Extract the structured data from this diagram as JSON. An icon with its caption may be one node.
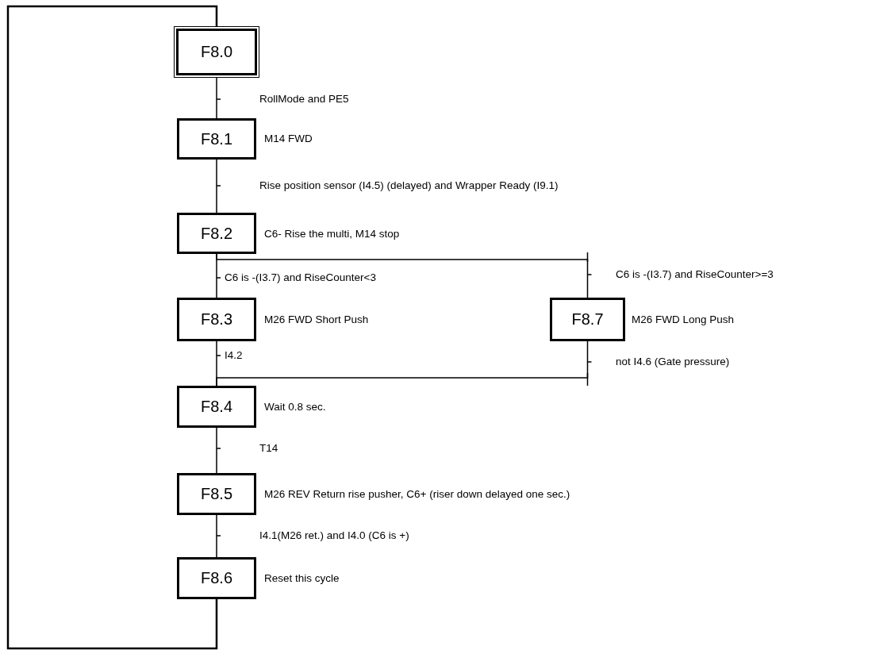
{
  "diagram": {
    "nodes": [
      {
        "text": [
          "F8.0"
        ]
      },
      {
        "text": [
          "F8.1"
        ],
        "beside": [
          "M14 FWD"
        ]
      },
      {
        "text": [
          "F8.2"
        ],
        "beside": [
          "C6- Rise the multi, M14 stop"
        ]
      },
      {
        "text": [
          "F8.3"
        ],
        "beside": [
          "M26 FWD Short Push"
        ]
      },
      {
        "text": [
          "F8.4"
        ],
        "beside": [
          "Wait 0.8 sec."
        ]
      },
      {
        "text": [
          "F8.5"
        ],
        "beside": [
          "M26 REV Return rise pusher, C6+ (riser down delayed one sec.)"
        ]
      },
      {
        "text": [
          "F8.6"
        ],
        "beside": [
          "Reset this cycle"
        ]
      },
      {
        "text": [
          "F8.7"
        ],
        "beside": [
          "M26 FWD Long Push"
        ]
      }
    ],
    "edges": [
      {
        "from": 0,
        "to": 1,
        "arrow": "none",
        "label": "RollMode and PE5"
      },
      {
        "from": 1,
        "to": 2,
        "arrow": "none",
        "label": "Rise position sensor (I4.5) (delayed) and Wrapper Ready (I9.1)"
      },
      {
        "from": 2,
        "to": 3,
        "arrow": "none",
        "label": "C6 is -(I3.7) and RiseCounter<3"
      },
      {
        "from": 2,
        "to": 7,
        "arrow": "none",
        "label": "C6 is -(I3.7) and RiseCounter>=3"
      },
      {
        "from": 3,
        "to": 4,
        "arrow": "none",
        "label": "I4.2"
      },
      {
        "from": 7,
        "to": 4,
        "arrow": "none",
        "label": "not I4.6 (Gate pressure)"
      },
      {
        "from": 4,
        "to": 5,
        "arrow": "none",
        "label": "T14"
      },
      {
        "from": 5,
        "to": 6,
        "arrow": "none",
        "label": "I4.1(M26 ret.) and I4.0 (C6 is +)"
      },
      {
        "from": 6,
        "to": 0,
        "arrow": "none"
      }
    ]
  }
}
